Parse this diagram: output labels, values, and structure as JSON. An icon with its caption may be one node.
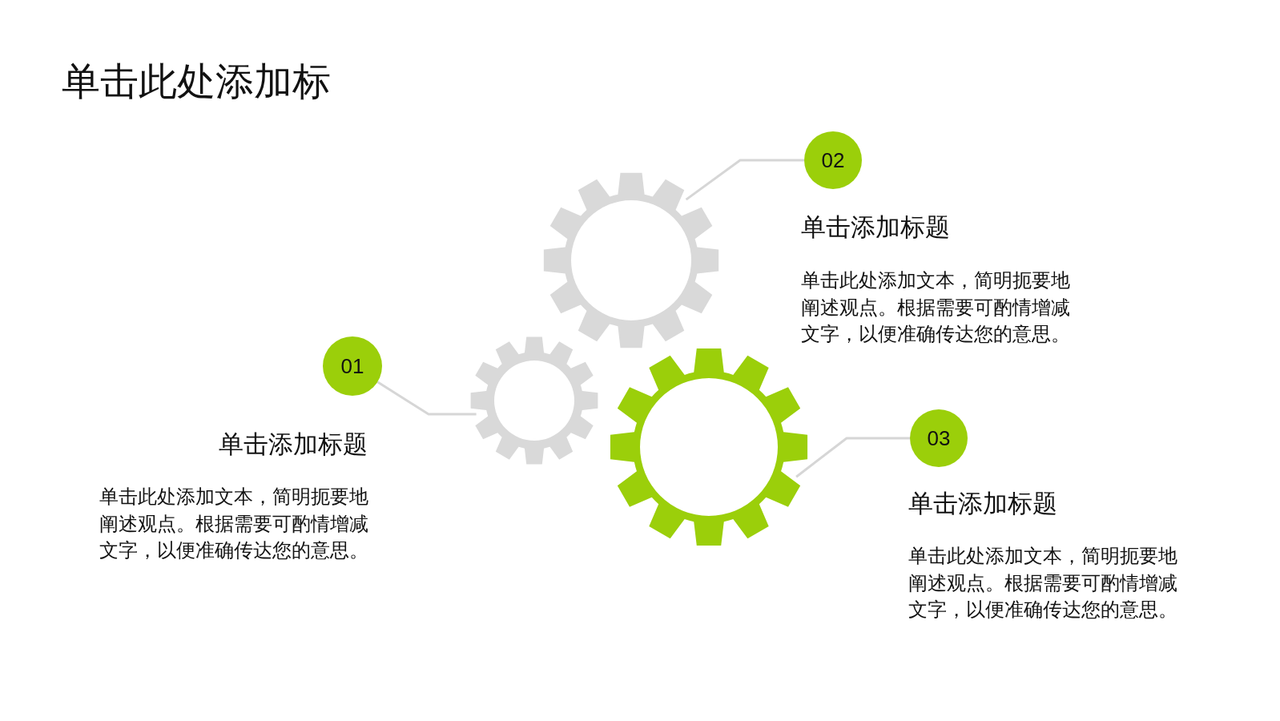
{
  "diagram": {
    "title": "单击此处添加标",
    "nodes": [
      {
        "text": [
          "01"
        ],
        "beside": [
          "单击添加标题",
          "单击此处添加文本，简明扼要地阐述观点。根据需要可酌情增减文字，以便准确传达您的意思。"
        ]
      },
      {
        "text": [
          "02"
        ],
        "beside": [
          "单击添加标题"
        ]
      },
      {
        "text": [
          "03"
        ],
        "beside": [
          "单击添加标题",
          "单击此处添加文本，简明扼要地阐述观点。根据需要可酌情增减文字，以便准确传达您的意思。"
        ]
      },
      {
        "text": [],
        "shape": "gear"
      },
      {
        "text": [],
        "shape": "gear"
      },
      {
        "text": [],
        "shape": "gear"
      }
    ],
    "edges": [
      {
        "from": 0,
        "to": 3,
        "arrow": "none"
      },
      {
        "from": 1,
        "to": 4,
        "arrow": "none"
      },
      {
        "from": 2,
        "to": 5,
        "arrow": "none"
      }
    ],
    "labels": [
      "单击此处添加文本，简明扼要地阐述观点。根据需要可酌情增减文字，以便准确传达您的意思。"
    ]
  }
}
